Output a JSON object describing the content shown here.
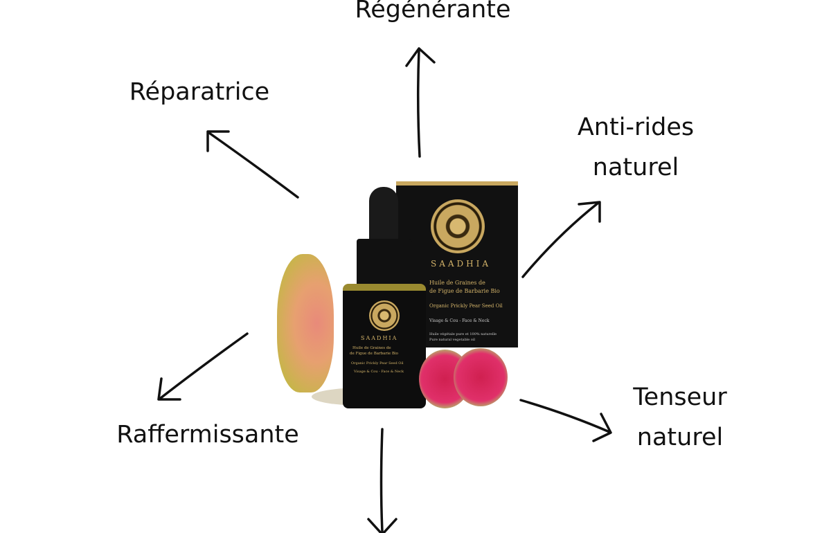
{
  "labels": {
    "top": "Régénérante",
    "top_left": "Réparatrice",
    "top_right_line1": "Anti-rides",
    "top_right_line2": "naturel",
    "bottom_right_line1": "Tenseur",
    "bottom_right_line2": "naturel",
    "bottom_left": "Raffermissante"
  },
  "product": {
    "brand": "SAADHIA",
    "name_line1": "Huile de Graines de",
    "name_line2": "de Figue de Barbarie Bio",
    "english": "Organic Prickly Pear Seed Oil",
    "usage": "Visage & Cou - Face & Neck",
    "box_desc1": "Huile végétale pure et 100% naturelle",
    "box_desc2": "Pure natural vegetable oil"
  }
}
